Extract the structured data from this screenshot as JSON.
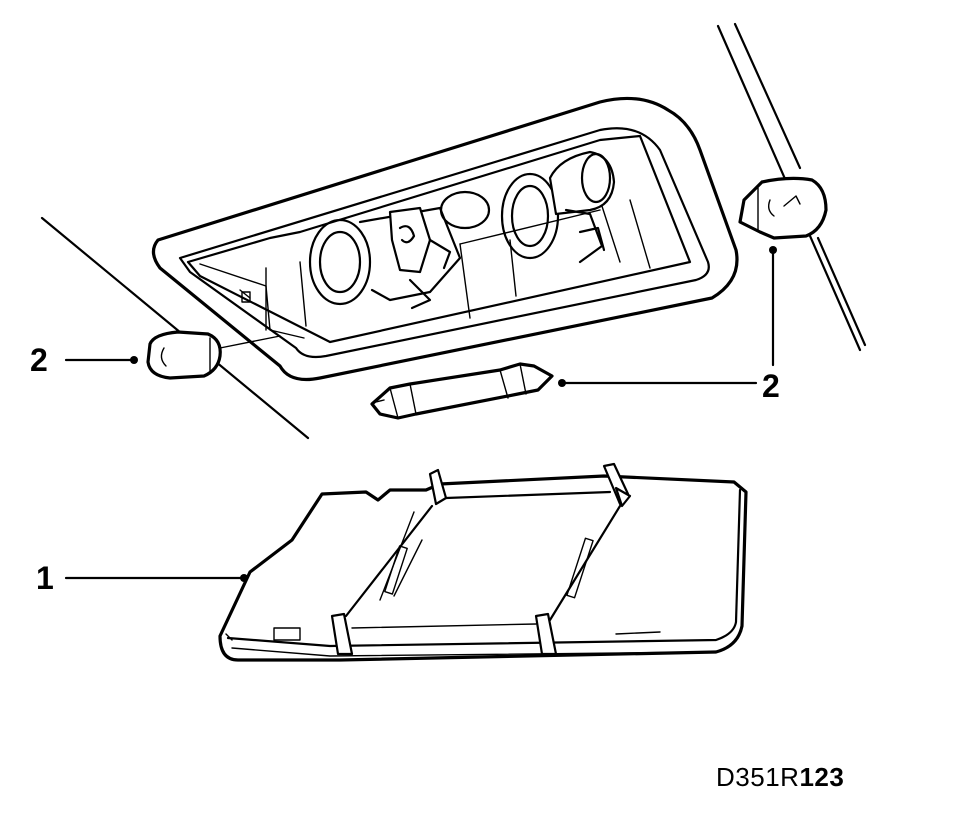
{
  "callouts": {
    "part1": "1",
    "part2_left": "2",
    "part2_right": "2"
  },
  "code": {
    "prefix": "D351R",
    "suffix": "123"
  },
  "colors": {
    "ink": "#000000",
    "paper": "#ffffff"
  }
}
